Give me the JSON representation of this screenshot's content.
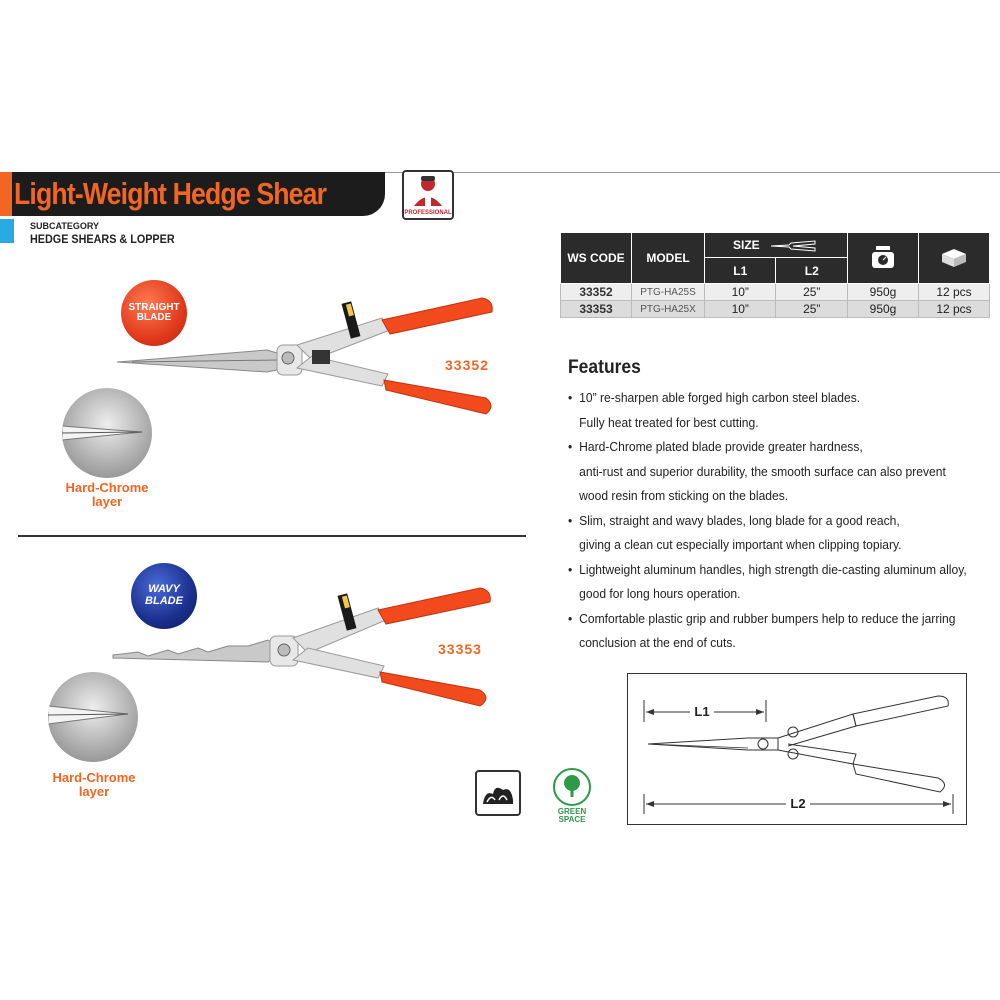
{
  "header": {
    "title": "Light-Weight Hedge Shear",
    "professional_label": "PROFESSIONAL",
    "subcategory_label": "SUBCATEGORY",
    "subcategory": "HEDGE SHEARS & LOPPER"
  },
  "products": [
    {
      "badge": "STRAIGHT\nBLADE",
      "code": "33352",
      "detail_label": "Hard-Chrome\nlayer"
    },
    {
      "badge": "WAVY\nBLADE",
      "code": "33353",
      "detail_label": "Hard-Chrome\nlayer"
    }
  ],
  "table": {
    "headers": {
      "ws_code": "WS CODE",
      "model": "MODEL",
      "size": "SIZE",
      "l1": "L1",
      "l2": "L2"
    },
    "rows": [
      {
        "ws_code": "33352",
        "model": "PTG-HA25S",
        "l1": "10”",
        "l2": "25”",
        "weight": "950g",
        "qty": "12 pcs"
      },
      {
        "ws_code": "33353",
        "model": "PTG-HA25X",
        "l1": "10”",
        "l2": "25”",
        "weight": "950g",
        "qty": "12 pcs"
      }
    ]
  },
  "features": {
    "title": "Features",
    "items": [
      [
        "10” re-sharpen able forged high carbon steel blades.",
        "Fully heat treated for best cutting."
      ],
      [
        "Hard-Chrome plated blade provide greater hardness,",
        "anti-rust and superior durability, the smooth surface can also prevent",
        "wood resin from sticking on the blades."
      ],
      [
        "Slim, straight and wavy blades, long blade for a good reach,",
        "giving a clean cut especially important when clipping topiary."
      ],
      [
        "Lightweight aluminum handles, high strength die-casting aluminum alloy,",
        "good for long hours operation."
      ],
      [
        "Comfortable plastic grip and rubber bumpers help to reduce the jarring",
        "conclusion at the end of cuts."
      ]
    ]
  },
  "diagram": {
    "l1_label": "L1",
    "l2_label": "L2"
  },
  "icons": {
    "green_space_label": "GREEN\nSPACE"
  },
  "colors": {
    "accent": "#f26522",
    "dark": "#1c1c1c",
    "cyan": "#29abe2",
    "green": "#2e9a48"
  }
}
